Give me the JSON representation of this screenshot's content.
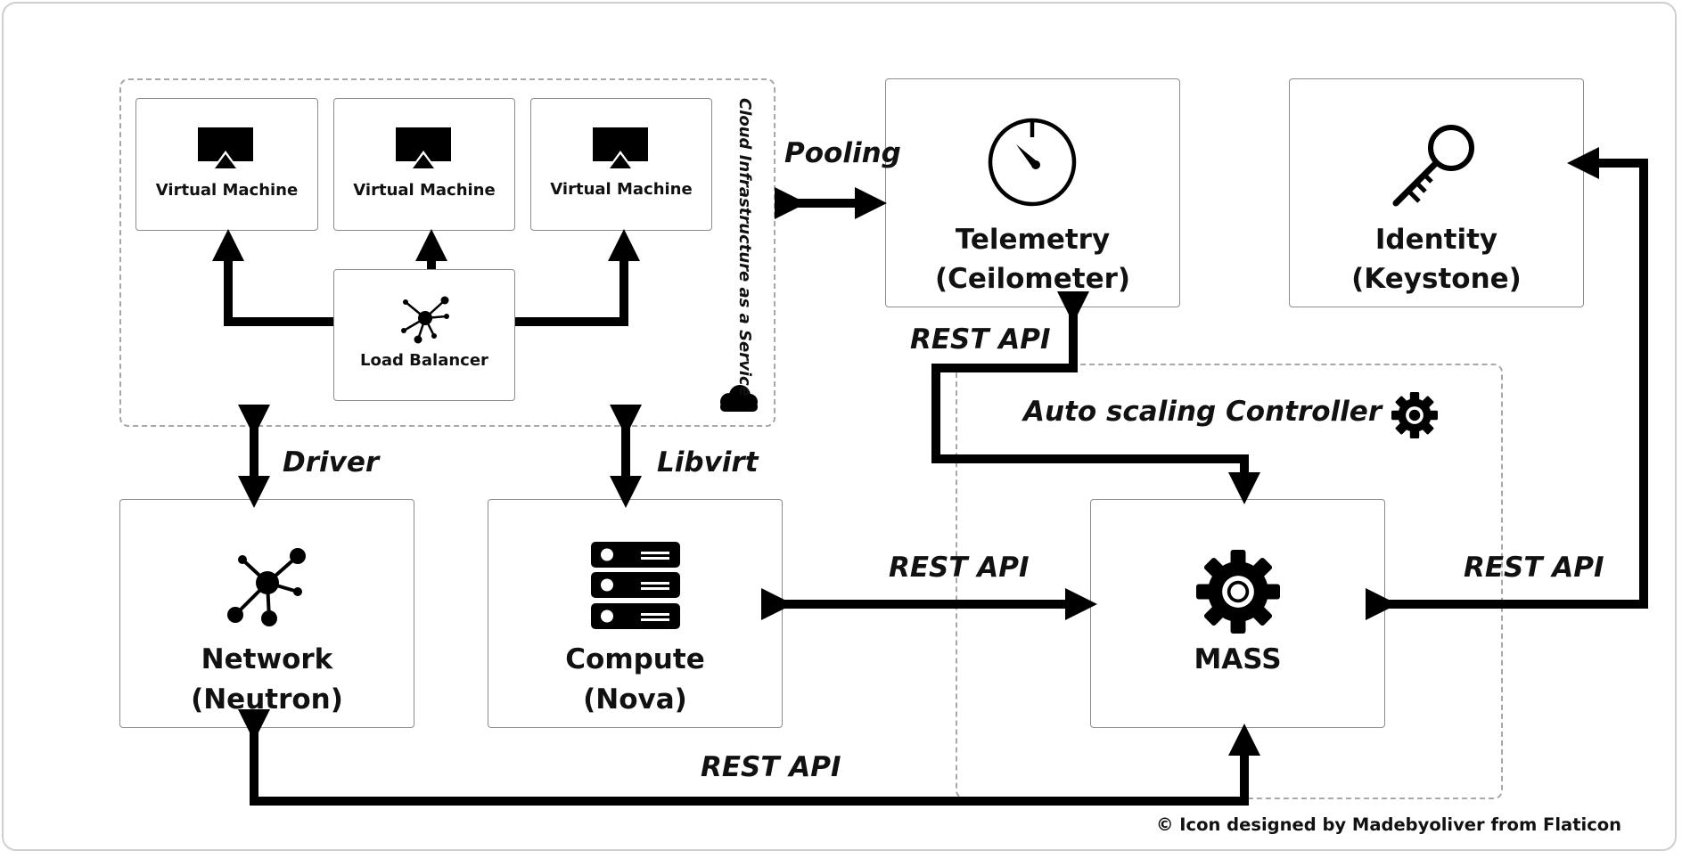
{
  "diagram": {
    "cloud_group_label": "Cloud Infrastructure as a Service",
    "autoscale_group_label": "Auto scaling Controller",
    "virtual_machines": [
      "Virtual Machine",
      "Virtual Machine",
      "Virtual Machine"
    ],
    "load_balancer": "Load Balancer",
    "telemetry": {
      "line1": "Telemetry",
      "line2": "(Ceilometer)"
    },
    "identity": {
      "line1": "Identity",
      "line2": "(Keystone)"
    },
    "network": {
      "line1": "Network",
      "line2": "(Neutron)"
    },
    "compute": {
      "line1": "Compute",
      "line2": "(Nova)"
    },
    "mass": "MASS",
    "edges": {
      "pooling": "Pooling",
      "driver": "Driver",
      "libvirt": "Libvirt",
      "rest_telemetry_mass": "REST API",
      "rest_compute_mass": "REST API",
      "rest_identity_mass": "REST API",
      "rest_network_mass": "REST API"
    },
    "credit": "© Icon designed by Madebyoliver from Flaticon"
  },
  "colors": {
    "arrow": "#000000",
    "box_border": "#8c8c8c",
    "dashed_border": "#a7a7a7",
    "text": "#111111"
  },
  "icons": [
    "monitor-icon",
    "network-icon",
    "stopwatch-icon",
    "key-icon",
    "server-icon",
    "gear-icon",
    "cloud-icon"
  ]
}
